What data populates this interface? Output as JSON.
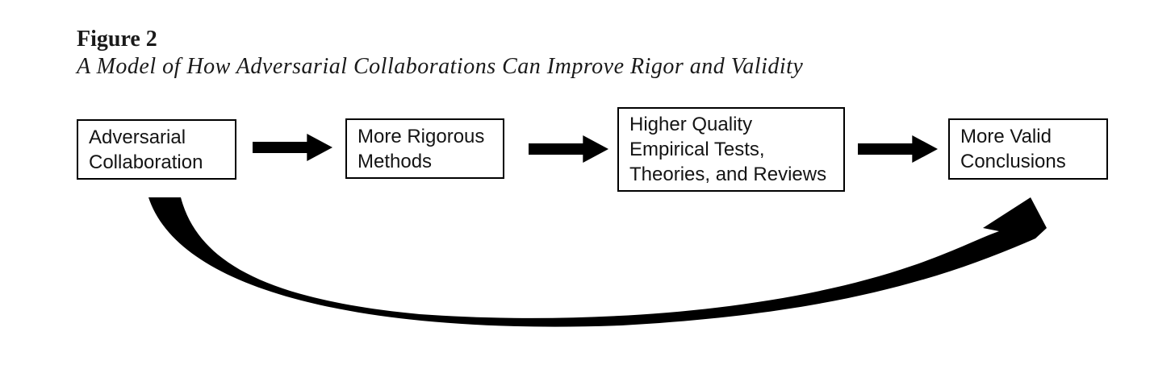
{
  "figure": {
    "label": "Figure 2",
    "caption": "A Model of How Adversarial Collaborations Can Improve Rigor and Validity"
  },
  "diagram": {
    "type": "flow-model",
    "colors": {
      "ink": "#000000",
      "background": "#ffffff"
    },
    "boxes": [
      {
        "id": "adversarial-collaboration",
        "lines": [
          "Adversarial",
          "Collaboration"
        ]
      },
      {
        "id": "more-rigorous-methods",
        "lines": [
          "More Rigorous",
          "Methods"
        ]
      },
      {
        "id": "higher-quality-output",
        "lines": [
          "Higher Quality",
          "Empirical Tests,",
          "Theories, and Reviews"
        ]
      },
      {
        "id": "more-valid-conclusions",
        "lines": [
          "More Valid",
          "Conclusions"
        ]
      }
    ],
    "connectors": [
      {
        "from": "adversarial-collaboration",
        "to": "more-rigorous-methods",
        "style": "block-arrow-right"
      },
      {
        "from": "more-rigorous-methods",
        "to": "higher-quality-output",
        "style": "block-arrow-right"
      },
      {
        "from": "higher-quality-output",
        "to": "more-valid-conclusions",
        "style": "block-arrow-right"
      },
      {
        "from": "adversarial-collaboration",
        "to": "more-valid-conclusions",
        "style": "curved-tapered-arrow-below"
      }
    ]
  }
}
